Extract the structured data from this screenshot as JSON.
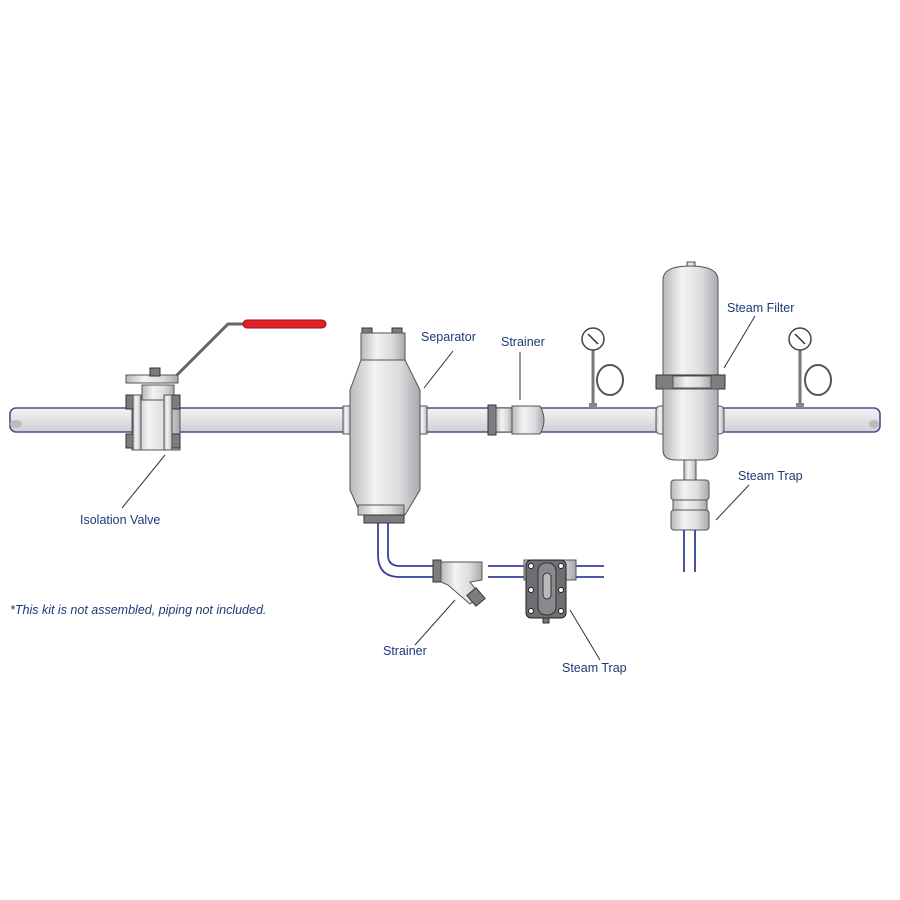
{
  "labels": {
    "isolation_valve": "Isolation Valve",
    "separator": "Separator",
    "strainer_main": "Strainer",
    "steam_filter": "Steam Filter",
    "steam_trap_filter": "Steam Trap",
    "strainer_drain": "Strainer",
    "steam_trap_drain": "Steam Trap"
  },
  "note": "*This kit is not assembled, piping not included.",
  "colors": {
    "label": "#1d3a78",
    "pipe_outline": "#4a4f8e",
    "valve_handle": "#e0202a"
  }
}
